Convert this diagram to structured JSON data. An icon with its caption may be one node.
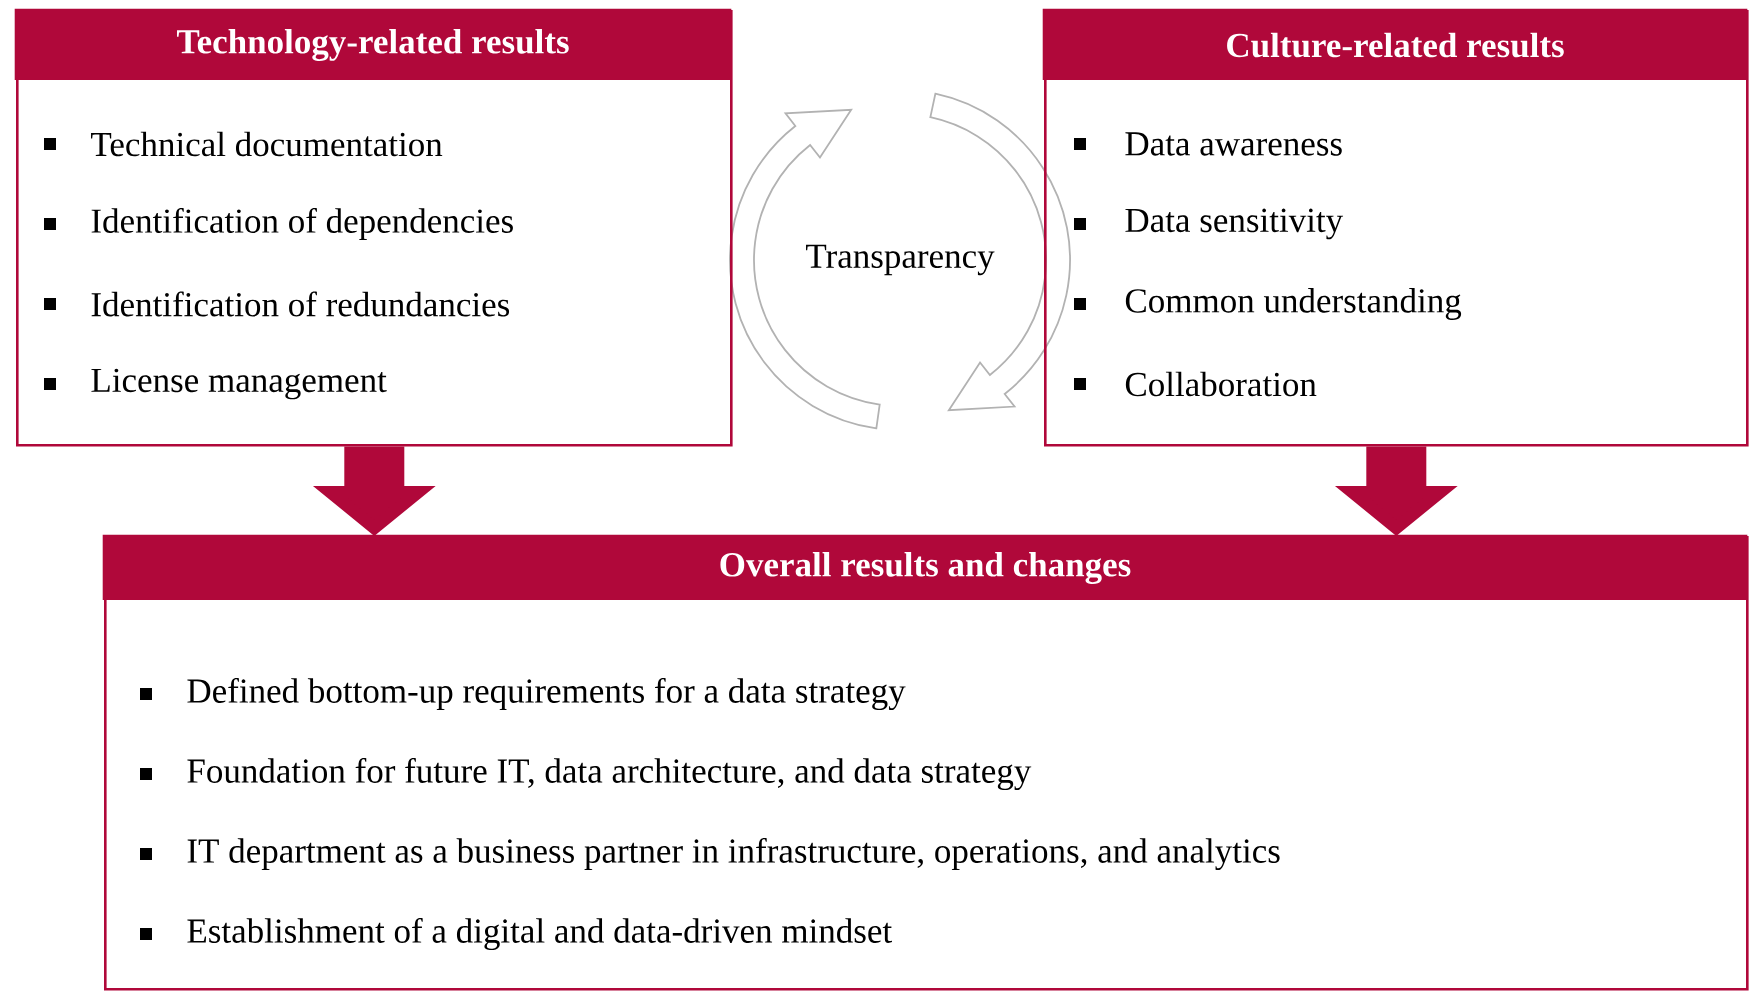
{
  "diagram": {
    "nodes": [
      {
        "text": [
          "Technology-related results",
          "Technical documentation",
          "Identification of dependencies",
          "Identification of redundancies",
          "License management"
        ]
      },
      {
        "text": [
          "Transparency"
        ]
      },
      {
        "text": [
          "Culture-related results",
          "Data awareness",
          "Data sensitivity",
          "Common understanding",
          "Collaboration"
        ]
      },
      {
        "text": [
          "Overall results and changes",
          "Defined bottom-up requirements for a data strategy",
          "Foundation for future IT, data architecture, and data strategy",
          "IT department as a business partner in infrastructure, operations, and analytics",
          "Establishment of a digital and data-driven mindset"
        ]
      }
    ],
    "edges": [
      {
        "from": 0,
        "to": 3,
        "arrow": "to"
      },
      {
        "from": 2,
        "to": 3,
        "arrow": "to"
      }
    ]
  }
}
